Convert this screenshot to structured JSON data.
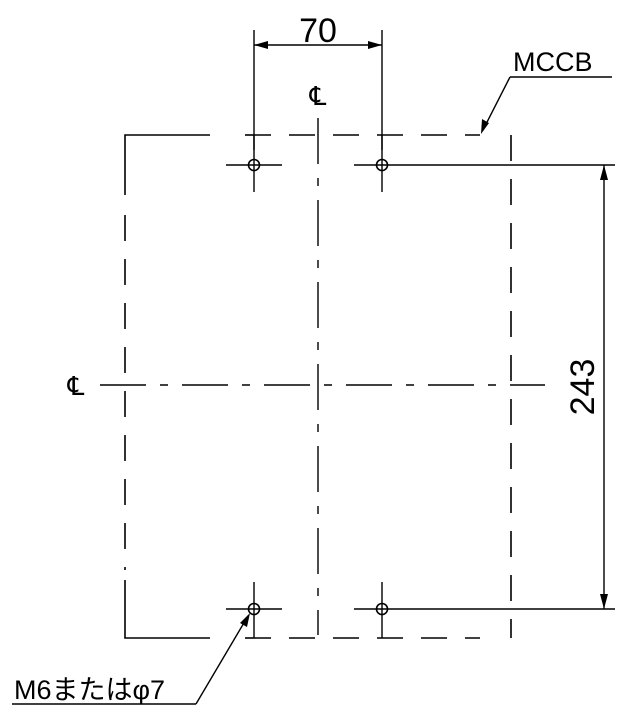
{
  "dimensions": {
    "horizontal_spacing": "70",
    "vertical_spacing": "243"
  },
  "labels": {
    "breaker": "MCCB",
    "hole_spec": "M6またはφ7",
    "centerline_symbol": "℄"
  }
}
